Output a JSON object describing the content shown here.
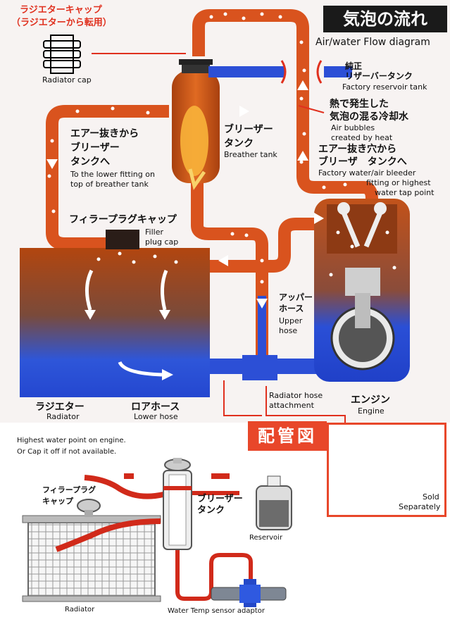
{
  "title_jp": "気泡の流れ",
  "title_en": "Air/water Flow diagram",
  "radiator_cap": {
    "jp1": "ラジエターキャップ",
    "jp2": "（ラジエターから転用）",
    "en": "Radiator cap"
  },
  "reservoir": {
    "jp1": "純正",
    "jp2": "リザーバータンク",
    "en": "Factory reservoir tank"
  },
  "bubbles": {
    "jp1": "熱で発生した",
    "jp2": "気泡の混る冷却水",
    "en1": "Air bubbles",
    "en2": "created by heat"
  },
  "bleeder": {
    "jp1": "エアー抜き穴から",
    "jp2": "ブリーザ　タンクへ",
    "en1": "Factory water/air bleeder",
    "en2": "fitting or highest",
    "en3": "water tap point"
  },
  "breather_tank": {
    "jp1": "ブリーザー",
    "jp2": "タンク",
    "en": "Breather tank"
  },
  "air_vent": {
    "jp1": "エアー抜きから",
    "jp2": "ブリーザー",
    "jp3": "タンクへ",
    "en1": "To the lower fitting on",
    "en2": "top of breather tank"
  },
  "filler": {
    "jp": "フィラープラグキャップ",
    "en1": "Filler",
    "en2": "plug cap"
  },
  "upper_hose": {
    "jp1": "アッパー",
    "jp2": "ホース",
    "en1": "Upper",
    "en2": "hose"
  },
  "radiator": {
    "jp": "ラジエター",
    "en": "Radiator"
  },
  "lower_hose": {
    "jp": "ロアホース",
    "en": "Lower hose"
  },
  "hose_attach": {
    "en1": "Radiator hose",
    "en2": "attachment"
  },
  "engine": {
    "jp": "エンジン",
    "en": "Engine"
  },
  "piping_label": "配管図",
  "sold": {
    "en1": "Sold",
    "en2": "Separately"
  },
  "bottom": {
    "note1": "Highest  water point on engine.",
    "note2": "Or Cap it off if not available.",
    "filler_jp1": "フィラープラグ",
    "filler_jp2": "キャップ",
    "breather_jp1": "ブリーザー",
    "breather_jp2": "タンク",
    "reservoir": "Reservoir",
    "radiator": "Radiator",
    "sensor": "Water Temp sensor adaptor"
  },
  "colors": {
    "hose": "#d9531e",
    "water": "#2c4fd6",
    "accent": "#e0301e"
  }
}
